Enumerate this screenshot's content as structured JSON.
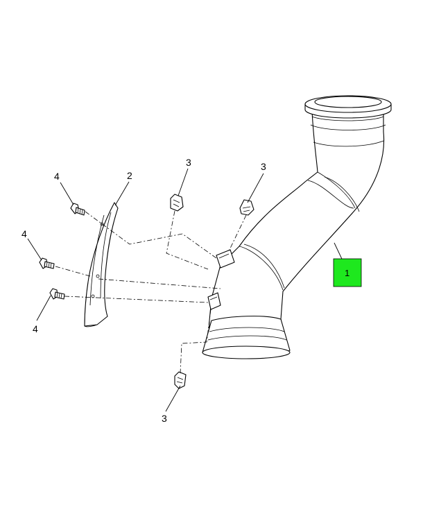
{
  "callouts": {
    "part_1": "1",
    "part_2": "2",
    "part_3_top_left": "3",
    "part_3_top_right": "3",
    "part_3_bottom": "3",
    "part_4_top": "4",
    "part_4_middle": "4",
    "part_4_bottom": "4"
  },
  "highlight_color": "#1ee81e"
}
